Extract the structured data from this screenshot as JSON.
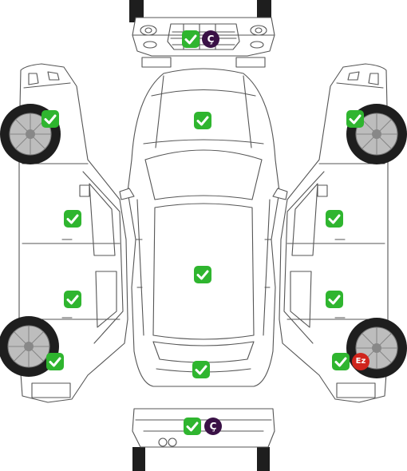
{
  "diagram": {
    "line_color": "#555555",
    "tire_color": "#1e1e1e",
    "rim_color": "#bdbdbd",
    "ok_color": "#2fb52f",
    "paint_change_color": "#3a1146",
    "damage_color": "#d0241c"
  },
  "panels": [
    {
      "part": "front-bumper",
      "status": "ok",
      "icon": "check-icon"
    },
    {
      "part": "front-bumper",
      "status": "changed",
      "icon": "paint-change-badge"
    },
    {
      "part": "hood",
      "status": "ok",
      "icon": "check-icon"
    },
    {
      "part": "roof",
      "status": "ok",
      "icon": "check-icon"
    },
    {
      "part": "trunk",
      "status": "ok",
      "icon": "check-icon"
    },
    {
      "part": "rear-bumper",
      "status": "ok",
      "icon": "check-icon"
    },
    {
      "part": "rear-bumper",
      "status": "changed",
      "icon": "paint-change-badge"
    },
    {
      "part": "left-front-fender",
      "status": "ok",
      "icon": "check-icon"
    },
    {
      "part": "left-front-door",
      "status": "ok",
      "icon": "check-icon"
    },
    {
      "part": "left-rear-door",
      "status": "ok",
      "icon": "check-icon"
    },
    {
      "part": "left-rear-fender",
      "status": "ok",
      "icon": "check-icon"
    },
    {
      "part": "right-front-fender",
      "status": "ok",
      "icon": "check-icon"
    },
    {
      "part": "right-front-door",
      "status": "ok",
      "icon": "check-icon"
    },
    {
      "part": "right-rear-door",
      "status": "ok",
      "icon": "check-icon"
    },
    {
      "part": "right-rear-fender",
      "status": "ok",
      "icon": "check-icon"
    },
    {
      "part": "right-rear-fender",
      "status": "damaged",
      "icon": "damage-badge"
    }
  ],
  "badges": {
    "front_bumper_label": "Ç",
    "rear_bumper_label": "Ç",
    "right_rear_fender_label": "Ez"
  }
}
